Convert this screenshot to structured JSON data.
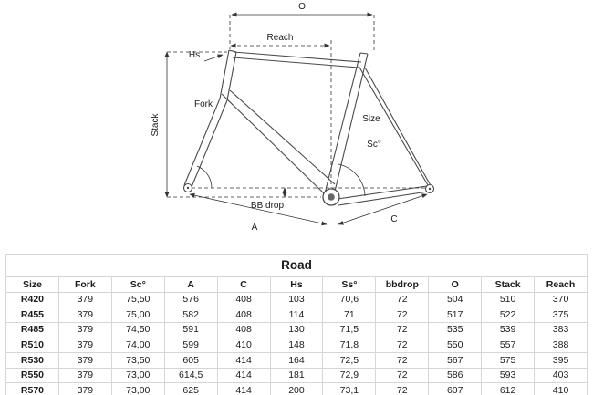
{
  "colors": {
    "background": "#ffffff",
    "table_border": "#c9c9c9",
    "text": "#1b1b1b",
    "diagram_line": "#444444"
  },
  "diagram": {
    "labels": {
      "o": "O",
      "reach": "Reach",
      "hs": "Hs",
      "fork": "Fork",
      "stack": "Stack",
      "size": "Size",
      "sc": "Sc°",
      "bb_drop": "BB drop",
      "a": "A",
      "c": "C"
    }
  },
  "table": {
    "title": "Road",
    "columns": [
      "Size",
      "Fork",
      "Sc°",
      "A",
      "C",
      "Hs",
      "Ss°",
      "bbdrop",
      "O",
      "Stack",
      "Reach"
    ],
    "rows": [
      [
        "R420",
        "379",
        "75,50",
        "576",
        "408",
        "103",
        "70,6",
        "72",
        "504",
        "510",
        "370"
      ],
      [
        "R455",
        "379",
        "75,00",
        "582",
        "408",
        "114",
        "71",
        "72",
        "517",
        "522",
        "375"
      ],
      [
        "R485",
        "379",
        "74,50",
        "591",
        "408",
        "130",
        "71,5",
        "72",
        "535",
        "539",
        "383"
      ],
      [
        "R510",
        "379",
        "74,00",
        "599",
        "410",
        "148",
        "71,8",
        "72",
        "550",
        "557",
        "388"
      ],
      [
        "R530",
        "379",
        "73,50",
        "605",
        "414",
        "164",
        "72,5",
        "72",
        "567",
        "575",
        "395"
      ],
      [
        "R550",
        "379",
        "73,00",
        "614,5",
        "414",
        "181",
        "72,9",
        "72",
        "586",
        "593",
        "403"
      ],
      [
        "R570",
        "379",
        "73,00",
        "625",
        "414",
        "200",
        "73,1",
        "72",
        "607",
        "612",
        "410"
      ]
    ]
  }
}
